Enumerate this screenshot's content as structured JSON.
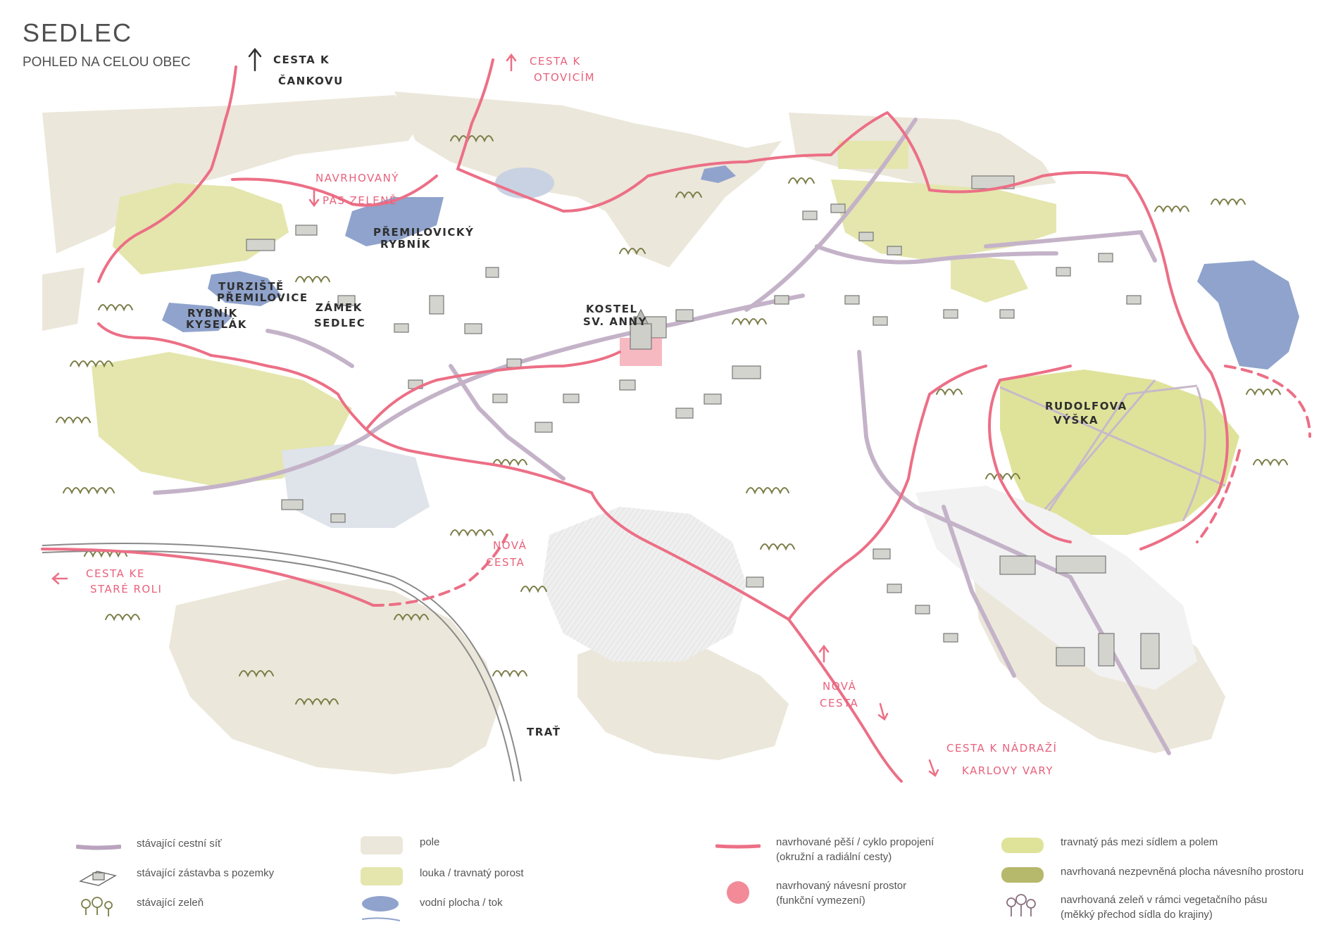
{
  "header": {
    "title": "SEDLEC",
    "subtitle": "POHLED NA CELOU OBEC"
  },
  "map_labels": {
    "cesta_cankov_1": "CESTA K",
    "cesta_cankov_2": "ČANKOVU",
    "cesta_otovice_1": "CESTA K",
    "cesta_otovice_2": "OTOVICÍM",
    "navrhovany_1": "NAVRHOVANÝ",
    "navrhovany_2": "PÁS ZELENĚ",
    "premilovicky_1": "PŘEMILOVICKÝ",
    "premilovicky_2": "RYBNÍK",
    "turziste_1": "TURZIŠTĚ",
    "turziste_2": "PŘEMILOVICE",
    "rybnik_1": "RYBNÍK",
    "rybnik_2": "KYSELÁK",
    "zamek_1": "ZÁMEK",
    "zamek_2": "SEDLEC",
    "kostel_1": "KOSTEL",
    "kostel_2": "SV. ANNY",
    "rudolfova_1": "RUDOLFOVA",
    "rudolfova_2": "VÝŠKA",
    "nova_cesta_w_1": "NOVÁ",
    "nova_cesta_w_2": "CESTA",
    "stare_role_1": "CESTA KE",
    "stare_role_2": "STARÉ ROLI",
    "nova_cesta_s_1": "NOVÁ",
    "nova_cesta_s_2": "CESTA",
    "trat": "TRAŤ",
    "nadrazi_1": "CESTA K NÁDRAŽÍ",
    "nadrazi_2": "KARLOVY VARY"
  },
  "legend": {
    "roads": "stávající cestní síť",
    "buildings": "stávající zástavba s pozemky",
    "greenery": "stávající zeleň",
    "field": "pole",
    "meadow": "louka / travnatý porost",
    "water": "vodní plocha / tok",
    "proposed_paths_1": "navrhované pěší / cyklo propojení",
    "proposed_paths_2": "(okružní a radiální cesty)",
    "proposed_square_1": "navrhovaný návesní prostor",
    "proposed_square_2": "(funkční vymezení)",
    "grass_strip": "travnatý pás mezi sídlem a polem",
    "unpaved_area": "navrhovaná nezpevněná plocha návesního prostoru",
    "veg_belt_1": "navrhovaná zeleň v rámci vegetačního pásu",
    "veg_belt_2": "(měkký přechod sídla do krajiny)"
  },
  "colors": {
    "road": "#b9a3bd",
    "proposed_path": "#ec6f86",
    "field": "#ebe7da",
    "meadow": "#e4e6ad",
    "water": "#8fa3cc",
    "greenery": "#7b7d47",
    "grass_strip": "#dfe39a",
    "unpaved": "#b6b86b",
    "square": "#f28a98"
  }
}
